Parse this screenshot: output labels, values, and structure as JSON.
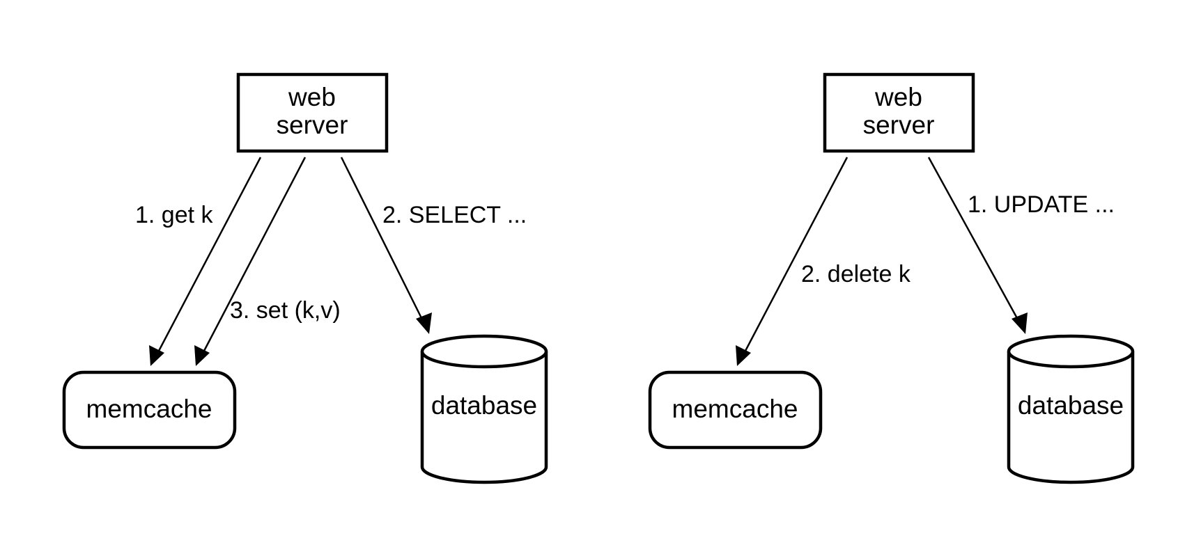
{
  "diagrams": [
    {
      "nodes": {
        "web_server": [
          "web",
          "server"
        ],
        "memcache": "memcache",
        "database": "database"
      },
      "edges": {
        "get_k": "1. get k",
        "set_kv": "3. set (k,v)",
        "select": "2. SELECT ..."
      }
    },
    {
      "nodes": {
        "web_server": [
          "web",
          "server"
        ],
        "memcache": "memcache",
        "database": "database"
      },
      "edges": {
        "delete_k": "2. delete k",
        "update": "1. UPDATE ..."
      }
    }
  ]
}
